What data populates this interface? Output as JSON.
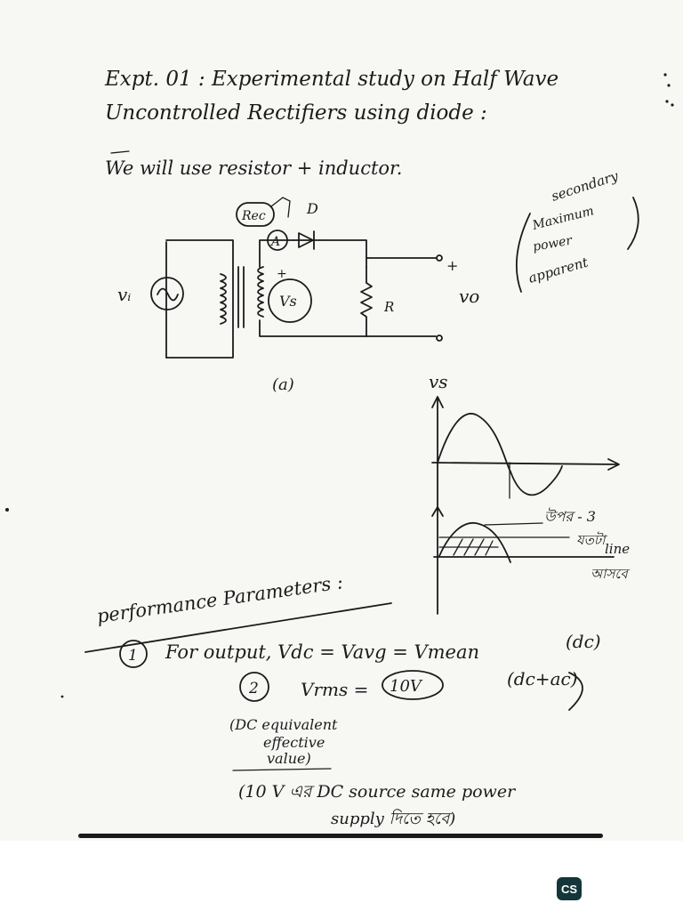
{
  "title_line1": "Expt. 01 :  Experimental study on Half Wave",
  "title_line2": "Uncontrolled Rectifiers using diode :",
  "subtitle": "We will use resistor + inductor.",
  "circuit": {
    "label_rec": "Rec",
    "label_D": "D",
    "label_A": "A",
    "label_vi": "vᵢ",
    "label_vs": "Vs",
    "label_R": "R",
    "label_plus": "+",
    "label_vo": "vo",
    "label_a": "(a)"
  },
  "side_note": {
    "line1": "secondary",
    "line2": "Maximum",
    "line3": "power",
    "line4": "apparent"
  },
  "graph": {
    "label_vs": "vs",
    "note_line1": "উপর - 3",
    "note_line2": "যতটা",
    "note_line3": "line",
    "note_line4": "আসবে"
  },
  "performance": {
    "heading": "performance Parameters :",
    "item1_num": "1",
    "item1_text": "For output, Vdc = Vavg = Vmean",
    "item1_note": "(dc)",
    "item2_num": "2",
    "item2_lhs": "Vrms =",
    "item2_value": "10V",
    "item2_note": "(dc+ac)",
    "item2_expl_line1": "(DC equivalent",
    "item2_expl_line2": "effective",
    "item2_expl_line3": "value)",
    "line3": "(10 V এর DC source same power",
    "line4": "supply দিতে হবে)"
  },
  "badge": "CS"
}
